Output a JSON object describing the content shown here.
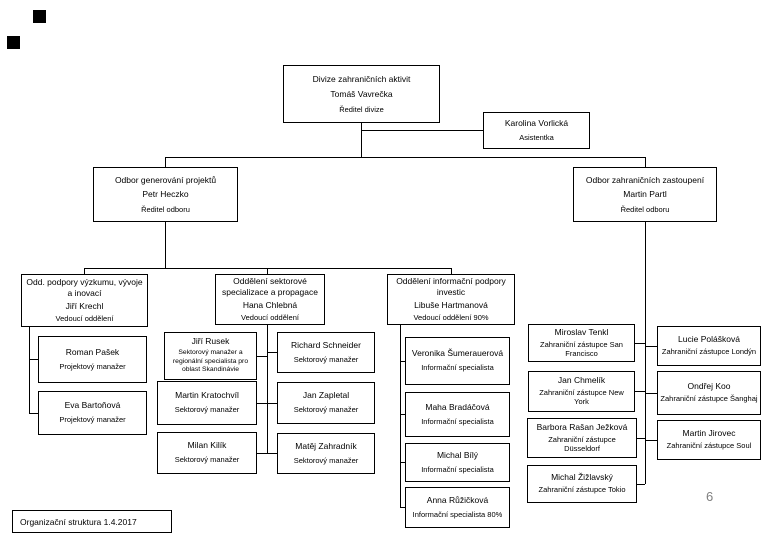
{
  "footer": {
    "label": "Organizační struktura 1.4.2017",
    "page_number": "6"
  },
  "colors": {
    "box_border": "#000000",
    "connector": "#000000",
    "page_number_grey": "#7f7f7f",
    "logo_mark": "#000000"
  },
  "icons": {
    "logo_mark": "two small black squares, top-left"
  },
  "nodes": {
    "root": {
      "dept": "Divize zahraničních aktivit",
      "name": "Tomáš Vavrečka",
      "role": "Ředitel divize"
    },
    "assistant": {
      "name": "Karolina Vorlická",
      "role": "Asistentka"
    },
    "odbor_generovani": {
      "dept": "Odbor generování projektů",
      "name": "Petr Heczko",
      "role": "Ředitel odboru"
    },
    "odbor_zastoupeni": {
      "dept": "Odbor zahraničních zastoupení",
      "name": "Martin Partl",
      "role": "Ředitel odboru"
    },
    "odd_podpory": {
      "dept": "Odd. podpory výzkumu, vývoje a inovací",
      "name": "Jiří Krechl",
      "role": "Vedoucí oddělení"
    },
    "odd_sektorove": {
      "dept": "Oddělení sektorové specializace a propagace",
      "name": "Hana Chlebná",
      "role": "Vedoucí oddělení"
    },
    "odd_informacni": {
      "dept": "Oddělení informační podpory investic",
      "name": "Libuše Hartmanová",
      "role": "Vedoucí oddělení 90%"
    },
    "pasek": {
      "name": "Roman Pašek",
      "role": "Projektový manažer"
    },
    "bartonova": {
      "name": "Eva Bartoňová",
      "role": "Projektový manažer"
    },
    "rusek": {
      "name": "Jiří Rusek",
      "role": "Sektorový manažer a regionální specialista pro oblast Skandinávie"
    },
    "kratochvil": {
      "name": "Martin Kratochvíl",
      "role": "Sektorový manažer"
    },
    "kilik": {
      "name": "Milan Kilík",
      "role": "Sektorový manažer"
    },
    "schneider": {
      "name": "Richard Schneider",
      "role": "Sektorový manažer"
    },
    "zapletal": {
      "name": "Jan Zapletal",
      "role": "Sektorový manažer"
    },
    "zahradnik": {
      "name": "Matěj Zahradník",
      "role": "Sektorový manažer"
    },
    "sumerauerova": {
      "name": "Veronika Šumerauerová",
      "role": "Informační specialista"
    },
    "bradacova": {
      "name": "Maha Bradáčová",
      "role": "Informační specialista"
    },
    "bily": {
      "name": "Michal Bílý",
      "role": "Informační specialista"
    },
    "ruzickova": {
      "name": "Anna Růžičková",
      "role": "Informační specialista 80%"
    },
    "tenkl": {
      "name": "Miroslav Tenkl",
      "role": "Zahraniční zástupce San Francisco"
    },
    "chmelik": {
      "name": "Jan Chmelík",
      "role": "Zahraniční zástupce New York"
    },
    "jezkova": {
      "name": "Barbora Rašan Ježková",
      "role": "Zahraniční zástupce Düsseldorf"
    },
    "zizlavsky": {
      "name": "Michal Žižlavský",
      "role": "Zahraniční zástupce Tokio"
    },
    "polaskova": {
      "name": "Lucie Polášková",
      "role": "Zahraniční zástupce Londýn"
    },
    "koo": {
      "name": "Ondřej Koo",
      "role": "Zahraniční zástupce Šanghaj"
    },
    "jirovec": {
      "name": "Martin Jirovec",
      "role": "Zahraniční zástupce Soul"
    }
  }
}
